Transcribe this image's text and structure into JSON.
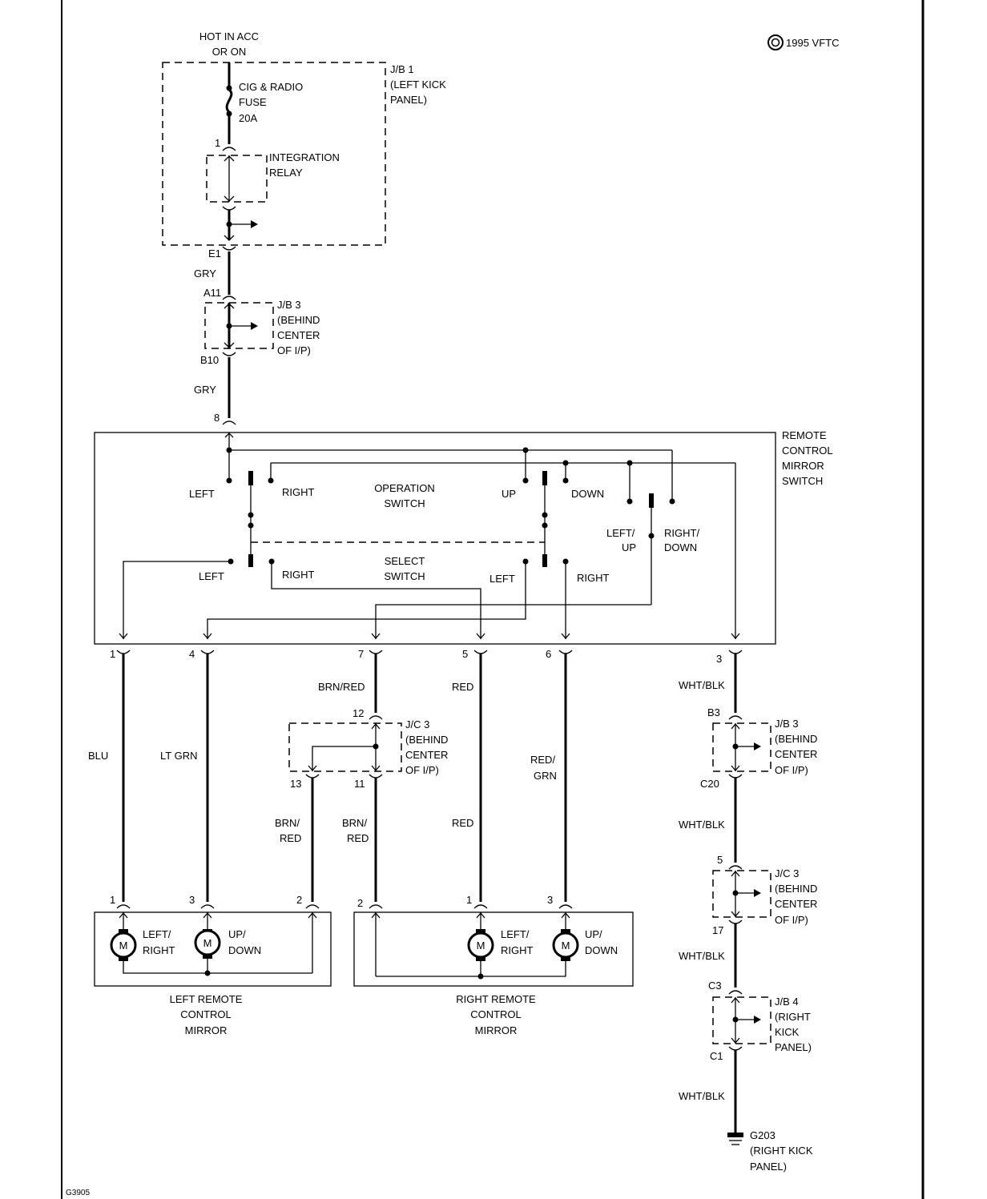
{
  "copyright": "1995 VFTC",
  "figure_id": "G3905",
  "power": {
    "line1": "HOT IN ACC",
    "line2": "OR ON"
  },
  "jb1": {
    "label": [
      "J/B 1",
      "(LEFT KICK",
      "PANEL)"
    ]
  },
  "fuse": {
    "label": [
      "CIG & RADIO",
      "FUSE",
      "20A"
    ]
  },
  "relay": {
    "label": [
      "INTEGRATION",
      "RELAY"
    ]
  },
  "jb3_top": {
    "label": [
      "J/B 3",
      "(BEHIND",
      "CENTER",
      "OF I/P)"
    ]
  },
  "switch": {
    "title": [
      "REMOTE",
      "CONTROL",
      "MIRROR",
      "SWITCH"
    ],
    "operation": [
      "OPERATION",
      "SWITCH"
    ],
    "select": [
      "SELECT",
      "SWITCH"
    ],
    "op_left": "LEFT",
    "op_right": "RIGHT",
    "op_up": "UP",
    "op_down": "DOWN",
    "leftup": [
      "LEFT/",
      "UP"
    ],
    "rightdown": [
      "RIGHT/",
      "DOWN"
    ],
    "sel_left1": "LEFT",
    "sel_right1": "RIGHT",
    "sel_left2": "LEFT",
    "sel_right2": "RIGHT"
  },
  "jc3_mid": {
    "label": [
      "J/C 3",
      "(BEHIND",
      "CENTER",
      "OF I/P)"
    ]
  },
  "jb3_right": {
    "label": [
      "J/B 3",
      "(BEHIND",
      "CENTER",
      "OF I/P)"
    ]
  },
  "jc3_right": {
    "label": [
      "J/C 3",
      "(BEHIND",
      "CENTER",
      "OF I/P)"
    ]
  },
  "jb4": {
    "label": [
      "J/B 4",
      "(RIGHT",
      "KICK",
      "PANEL)"
    ]
  },
  "ground": {
    "label": [
      "G203",
      "(RIGHT KICK",
      "PANEL)"
    ]
  },
  "wires": {
    "gry1": "GRY",
    "gry2": "GRY",
    "blu": "BLU",
    "ltgrn": "LT GRN",
    "brnred1": "BRN/RED",
    "brnred2": [
      "BRN/",
      "RED"
    ],
    "brnred3": [
      "BRN/",
      "RED"
    ],
    "red1": "RED",
    "red2": "RED",
    "redgrn": [
      "RED/",
      "GRN"
    ],
    "whtblk1": "WHT/BLK",
    "whtblk2": "WHT/BLK",
    "whtblk3": "WHT/BLK",
    "whtblk4": "WHT/BLK"
  },
  "pins": {
    "p1": "1",
    "e1": "E1",
    "a11": "A11",
    "b10": "B10",
    "p8": "8",
    "s1": "1",
    "s4": "4",
    "s7": "7",
    "s5": "5",
    "s6": "6",
    "s3": "3",
    "jc12": "12",
    "jc13": "13",
    "jc11": "11",
    "b3": "B3",
    "c20": "C20",
    "j5": "5",
    "j17": "17",
    "c3": "C3",
    "c1": "C1",
    "lm1": "1",
    "lm3": "3",
    "lm2": "2",
    "rm2": "2",
    "rm1": "1",
    "rm3": "3"
  },
  "left_mirror": {
    "title": [
      "LEFT REMOTE",
      "CONTROL",
      "MIRROR"
    ],
    "motor1": [
      "LEFT/",
      "RIGHT"
    ],
    "motor2": [
      "UP/",
      "DOWN"
    ],
    "motor_symbol": "M"
  },
  "right_mirror": {
    "title": [
      "RIGHT REMOTE",
      "CONTROL",
      "MIRROR"
    ],
    "motor1": [
      "LEFT/",
      "RIGHT"
    ],
    "motor2": [
      "UP/",
      "DOWN"
    ],
    "motor_symbol": "M"
  }
}
